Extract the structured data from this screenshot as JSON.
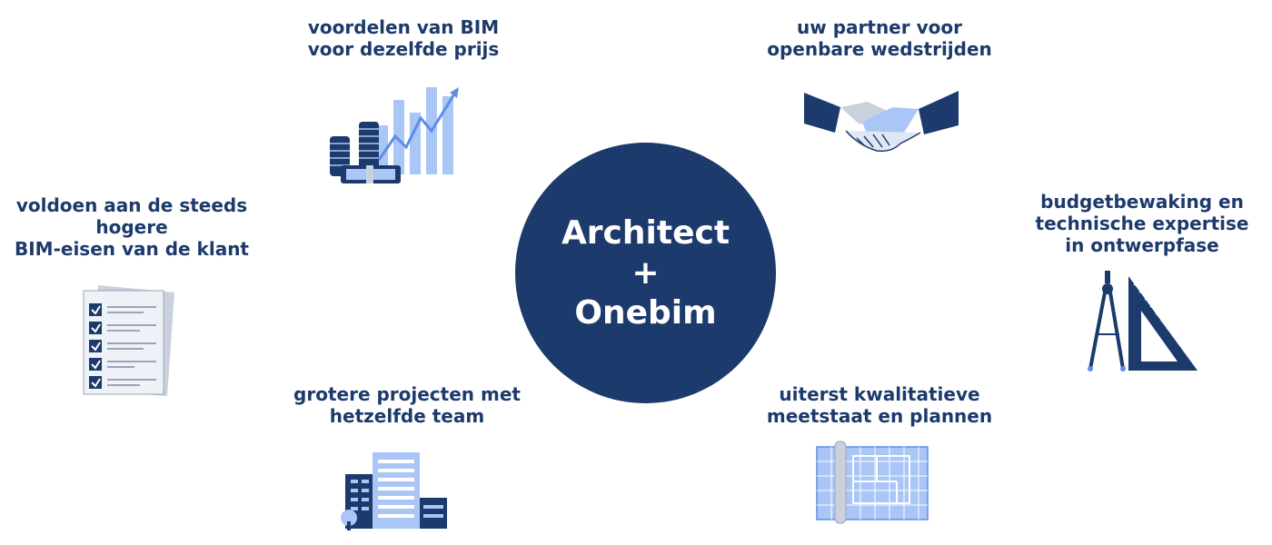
{
  "colors": {
    "navy": "#1c3a6b",
    "light_blue": "#a9c6f7",
    "mid_blue": "#5b8fe6",
    "grey": "#c9d1dc"
  },
  "hub": {
    "line1": "Architect",
    "line2": "+",
    "line3": "Onebim"
  },
  "nodes": {
    "bim_benefits": {
      "line1": "voordelen van BIM",
      "line2": "voor dezelfde prijs"
    },
    "partner": {
      "line1": "uw partner voor",
      "line2": "openbare wedstrijden"
    },
    "client_requirements": {
      "line1": "voldoen aan de steeds",
      "line2": "hogere",
      "line3": "BIM-eisen van de klant"
    },
    "budget": {
      "line1": "budgetbewaking en",
      "line2": "technische expertise",
      "line3": "in ontwerpfase"
    },
    "projects": {
      "line1": "grotere projecten met",
      "line2": "hetzelfde team"
    },
    "quality": {
      "line1": "uiterst kwalitatieve",
      "line2": "meetstaat en plannen"
    }
  },
  "icons": {
    "bim_benefits": "money-growth-chart-icon",
    "partner": "handshake-icon",
    "client_requirements": "checklist-icon",
    "budget": "compass-triangle-icon",
    "projects": "buildings-icon",
    "quality": "blueprint-icon"
  }
}
